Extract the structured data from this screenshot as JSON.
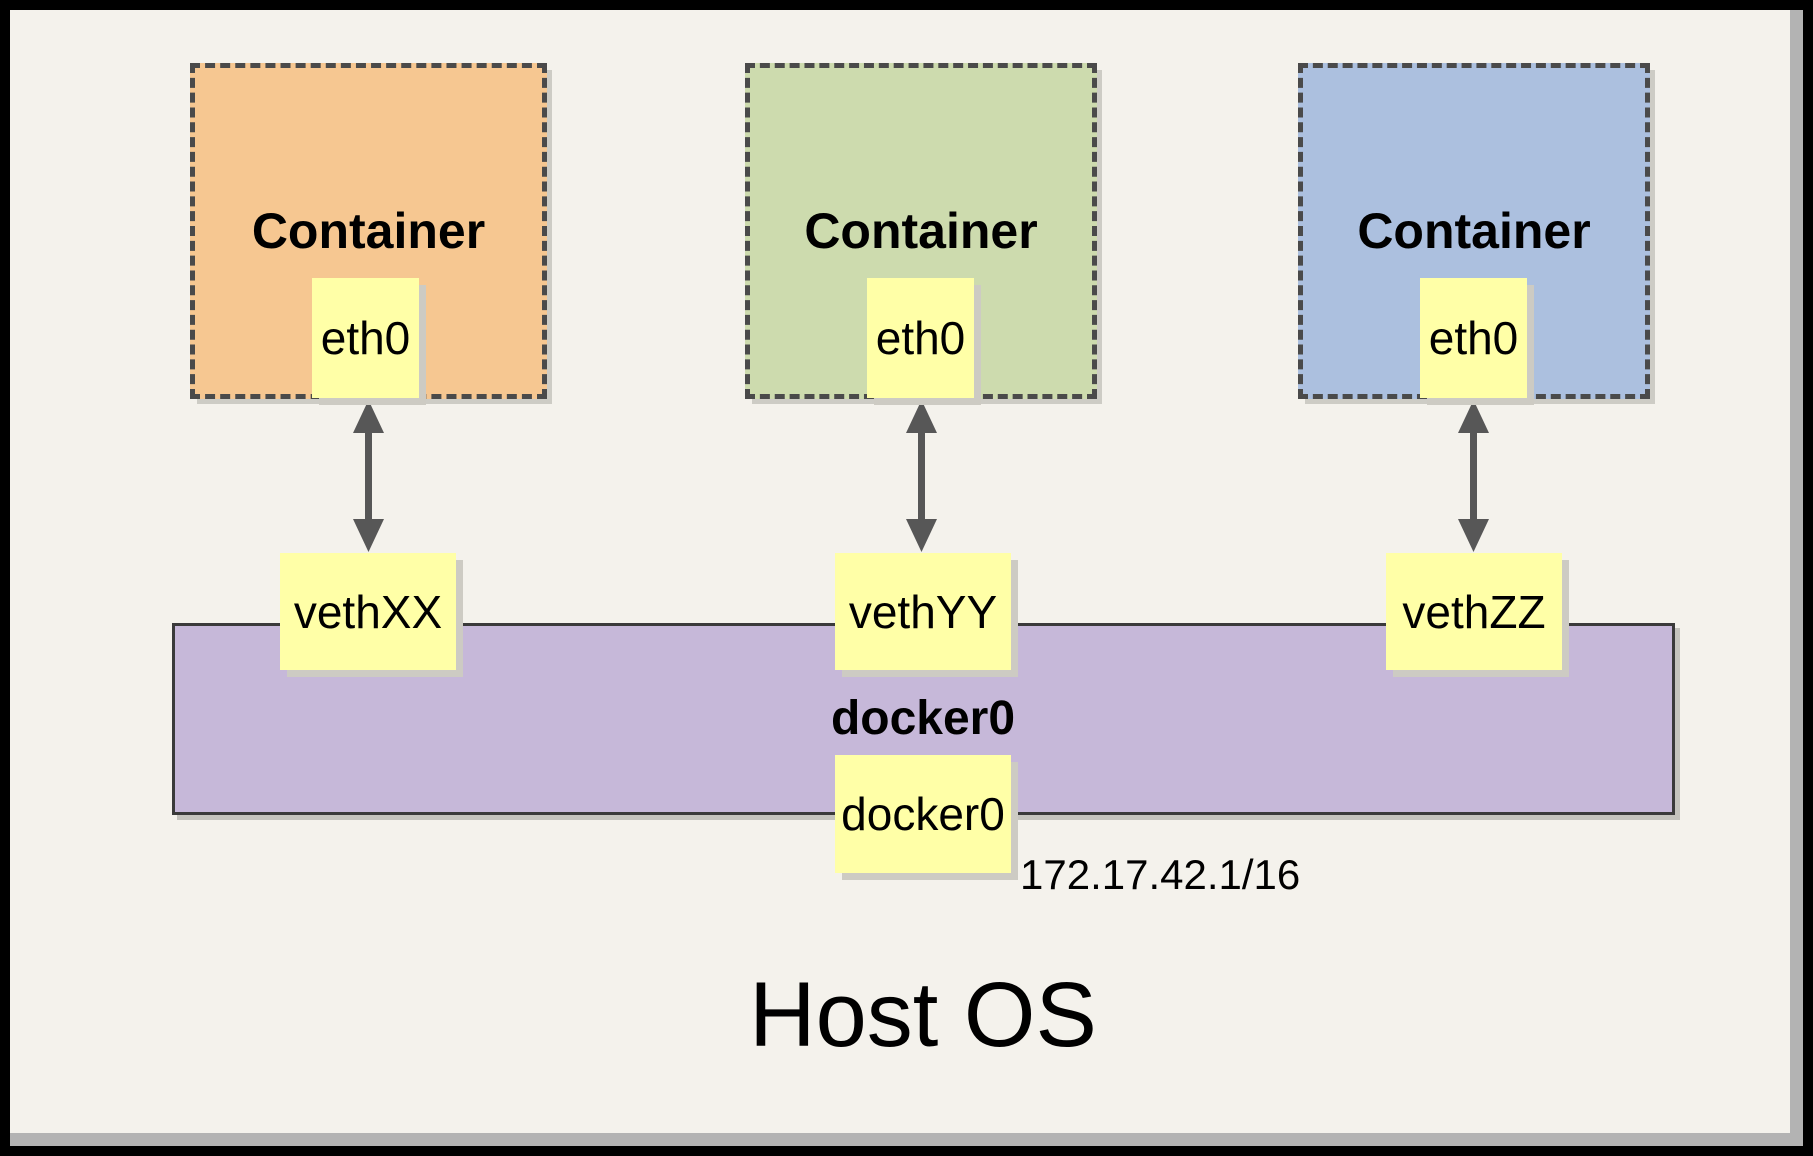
{
  "diagram": {
    "host_label": "Host OS",
    "containers": [
      {
        "label": "Container",
        "interface_label": "eth0",
        "veth_label": "vethXX",
        "fill_color": "#F6C791"
      },
      {
        "label": "Container",
        "interface_label": "eth0",
        "veth_label": "vethYY",
        "fill_color": "#CDDBAE"
      },
      {
        "label": "Container",
        "interface_label": "eth0",
        "veth_label": "vethZZ",
        "fill_color": "#ACC0DF"
      }
    ],
    "bridge": {
      "label": "docker0",
      "interface_label": "docker0",
      "ip": "172.17.42.1/16",
      "fill_color": "#C6B8D9"
    },
    "icons": {
      "connection": "double-headed-vertical-arrow"
    },
    "colors": {
      "page_background": "#F4F2EC",
      "frame": "#000000",
      "page_shadow": "#B3B3B3",
      "note_yellow": "#FFFFA7",
      "dashed_border": "#4A4A4A",
      "arrow": "#575757"
    }
  }
}
